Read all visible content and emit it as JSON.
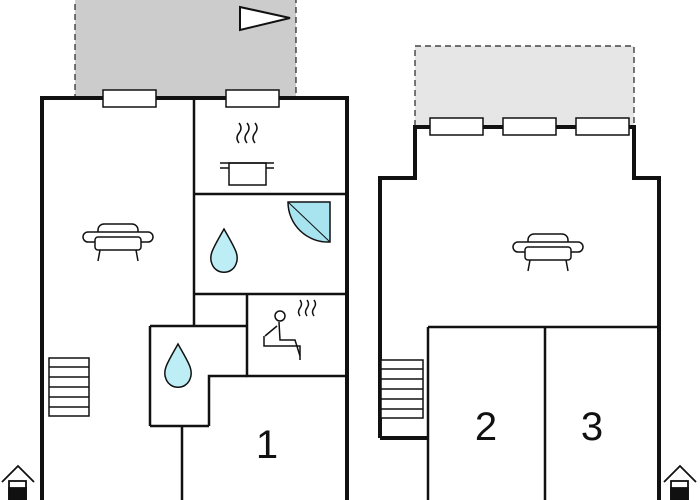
{
  "floor_plan": {
    "rooms": [
      {
        "label": "1"
      },
      {
        "label": "2"
      },
      {
        "label": "3"
      }
    ],
    "colors": {
      "wall": "#111111",
      "terrace_dark": "#cccccc",
      "terrace_light": "#e6e6e6",
      "water": "#bdeef5",
      "shower_tray": "#a8e4f0",
      "fixture": "#ffffff"
    },
    "icons": [
      "sofa-icon",
      "cooking-pot-icon",
      "water-drop-icon",
      "shower-tray-icon",
      "sauna-icon",
      "staircase-icon",
      "house-entrance-icon",
      "north-arrow-icon"
    ]
  }
}
